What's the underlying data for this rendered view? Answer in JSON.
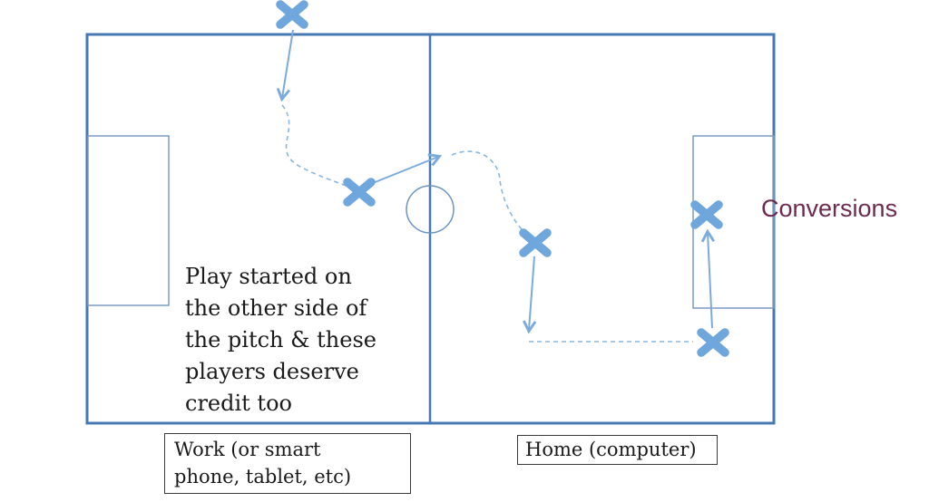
{
  "diagram": {
    "conversions_label": "Conversions",
    "play_note": "Play started on\nthe other side of\nthe pitch & these\nplayers deserve\ncredit too",
    "work_label": "Work (or smart\nphone, tablet, etc)",
    "home_label": "Home (computer)"
  },
  "colors": {
    "pitch_border": "#4678b4",
    "goal_box_border": "#7b9cc4",
    "center_circle": "#6b94c2",
    "player_marker": "#6fa6dc",
    "arrow": "#7aabdc",
    "dashed_path": "#8ab6e0",
    "conversions_text": "#6e2a4f",
    "label_box_border": "#3a3a3a"
  },
  "icons": {
    "player_marker_glyph": "X"
  }
}
